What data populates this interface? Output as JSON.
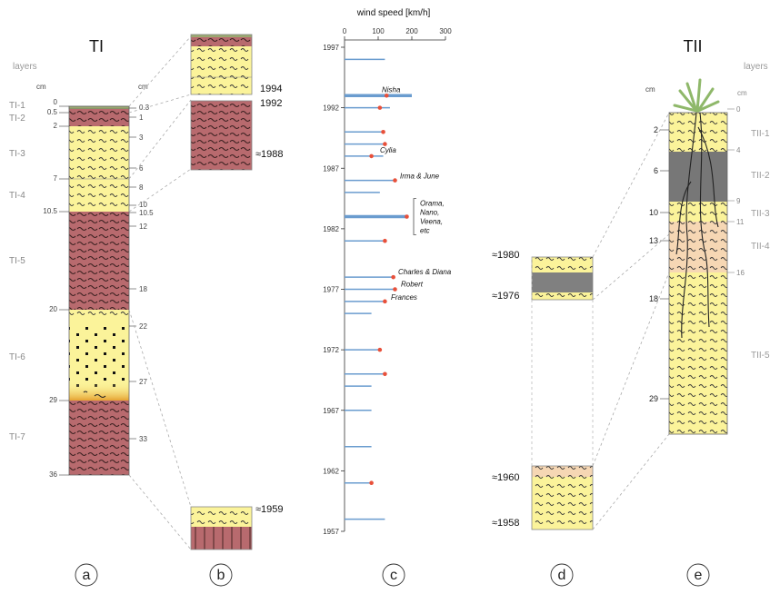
{
  "title_left": "TI",
  "title_right": "TII",
  "layers_label": "layers",
  "cm_label": "cm",
  "chart_title": "wind speed [km/h]",
  "panel_a": {
    "layers": [
      {
        "name": "TI-1",
        "top": 0,
        "bottom": 0.5,
        "type": "olive"
      },
      {
        "name": "TI-2",
        "top": 0.5,
        "bottom": 2,
        "type": "red"
      },
      {
        "name": "TI-3",
        "top": 2,
        "bottom": 7,
        "type": "yellow"
      },
      {
        "name": "TI-4",
        "top": 7,
        "bottom": 10.5,
        "type": "yellow"
      },
      {
        "name": "TI-5",
        "top": 10.5,
        "bottom": 20,
        "type": "red"
      },
      {
        "name": "TI-6",
        "top": 20,
        "bottom": 29,
        "type": "yellow-dots"
      },
      {
        "name": "TI-7",
        "top": 29,
        "bottom": 36,
        "type": "red"
      }
    ],
    "left_ticks": [
      "0",
      "0.5",
      "2",
      "7",
      "10.5",
      "20",
      "29",
      "36"
    ],
    "right_ticks": [
      "0.3",
      "1",
      "3",
      "6",
      "8",
      "10",
      "10.5",
      "12",
      "18",
      "22",
      "27",
      "33"
    ]
  },
  "panel_b": {
    "years": [
      "1994",
      "1992",
      "≈1988",
      "≈1959"
    ]
  },
  "wind_chart": {
    "chart_data": {
      "type": "bar",
      "title": "wind speed [km/h]",
      "x_ticks": [
        "0",
        "100",
        "200",
        "300"
      ],
      "xlim": [
        0,
        300
      ],
      "y_ticks": [
        "1997",
        "1992",
        "1987",
        "1982",
        "1977",
        "1972",
        "1967",
        "1962",
        "1957"
      ],
      "ylim": [
        1957,
        1997
      ],
      "bars": [
        {
          "year": 1996,
          "value": 120
        },
        {
          "year": 1993,
          "value": 200,
          "max": 125,
          "label": "Nisha"
        },
        {
          "year": 1992,
          "value": 135,
          "max": 105
        },
        {
          "year": 1990,
          "value": 115,
          "max": 115
        },
        {
          "year": 1989,
          "value": 120,
          "max": 120
        },
        {
          "year": 1988,
          "value": 115,
          "max": 80,
          "label": "Cylia"
        },
        {
          "year": 1986,
          "value": 150,
          "max": 150,
          "label": "Irma & June"
        },
        {
          "year": 1985,
          "value": 105
        },
        {
          "year": 1983,
          "value": 190,
          "max": 185,
          "label": "Orama, Nano, Veena, etc"
        },
        {
          "year": 1981,
          "value": 125,
          "max": 120
        },
        {
          "year": 1978,
          "value": 145,
          "max": 145,
          "label": "Charles & Diana"
        },
        {
          "year": 1977,
          "value": 150,
          "max": 150,
          "label": "Robert"
        },
        {
          "year": 1976,
          "value": 120,
          "max": 120,
          "label": "Frances"
        },
        {
          "year": 1975,
          "value": 80
        },
        {
          "year": 1972,
          "value": 105,
          "max": 105
        },
        {
          "year": 1970,
          "value": 120,
          "max": 120
        },
        {
          "year": 1969,
          "value": 80
        },
        {
          "year": 1967,
          "value": 80
        },
        {
          "year": 1964,
          "value": 80
        },
        {
          "year": 1961,
          "value": 80,
          "max": 80
        },
        {
          "year": 1958,
          "value": 120
        }
      ]
    },
    "storm_labels": [
      "Nisha",
      "Cylia",
      "Irma & June",
      "Orama,",
      "Nano,",
      "Veena,",
      "etc",
      "Charles & Diana",
      "Robert",
      "Frances"
    ]
  },
  "panel_d": {
    "years": [
      "≈1980",
      "≈1976",
      "≈1960",
      "≈1958"
    ]
  },
  "panel_e": {
    "layers": [
      {
        "name": "TII-1",
        "top": 0,
        "bottom": 4,
        "type": "yellow"
      },
      {
        "name": "TII-2",
        "top": 4,
        "bottom": 9,
        "type": "gray"
      },
      {
        "name": "TII-3",
        "top": 9,
        "bottom": 11,
        "type": "yellow"
      },
      {
        "name": "TII-4",
        "top": 11,
        "bottom": 16,
        "type": "peach"
      },
      {
        "name": "TII-5",
        "top": 16,
        "bottom": 33,
        "type": "yellow"
      }
    ],
    "left_ticks": [
      "2",
      "6",
      "10",
      "13",
      "18",
      "29"
    ],
    "right_ticks": [
      "0",
      "4",
      "9",
      "11",
      "16"
    ]
  },
  "panel_letters": [
    "a",
    "b",
    "c",
    "d",
    "e"
  ]
}
